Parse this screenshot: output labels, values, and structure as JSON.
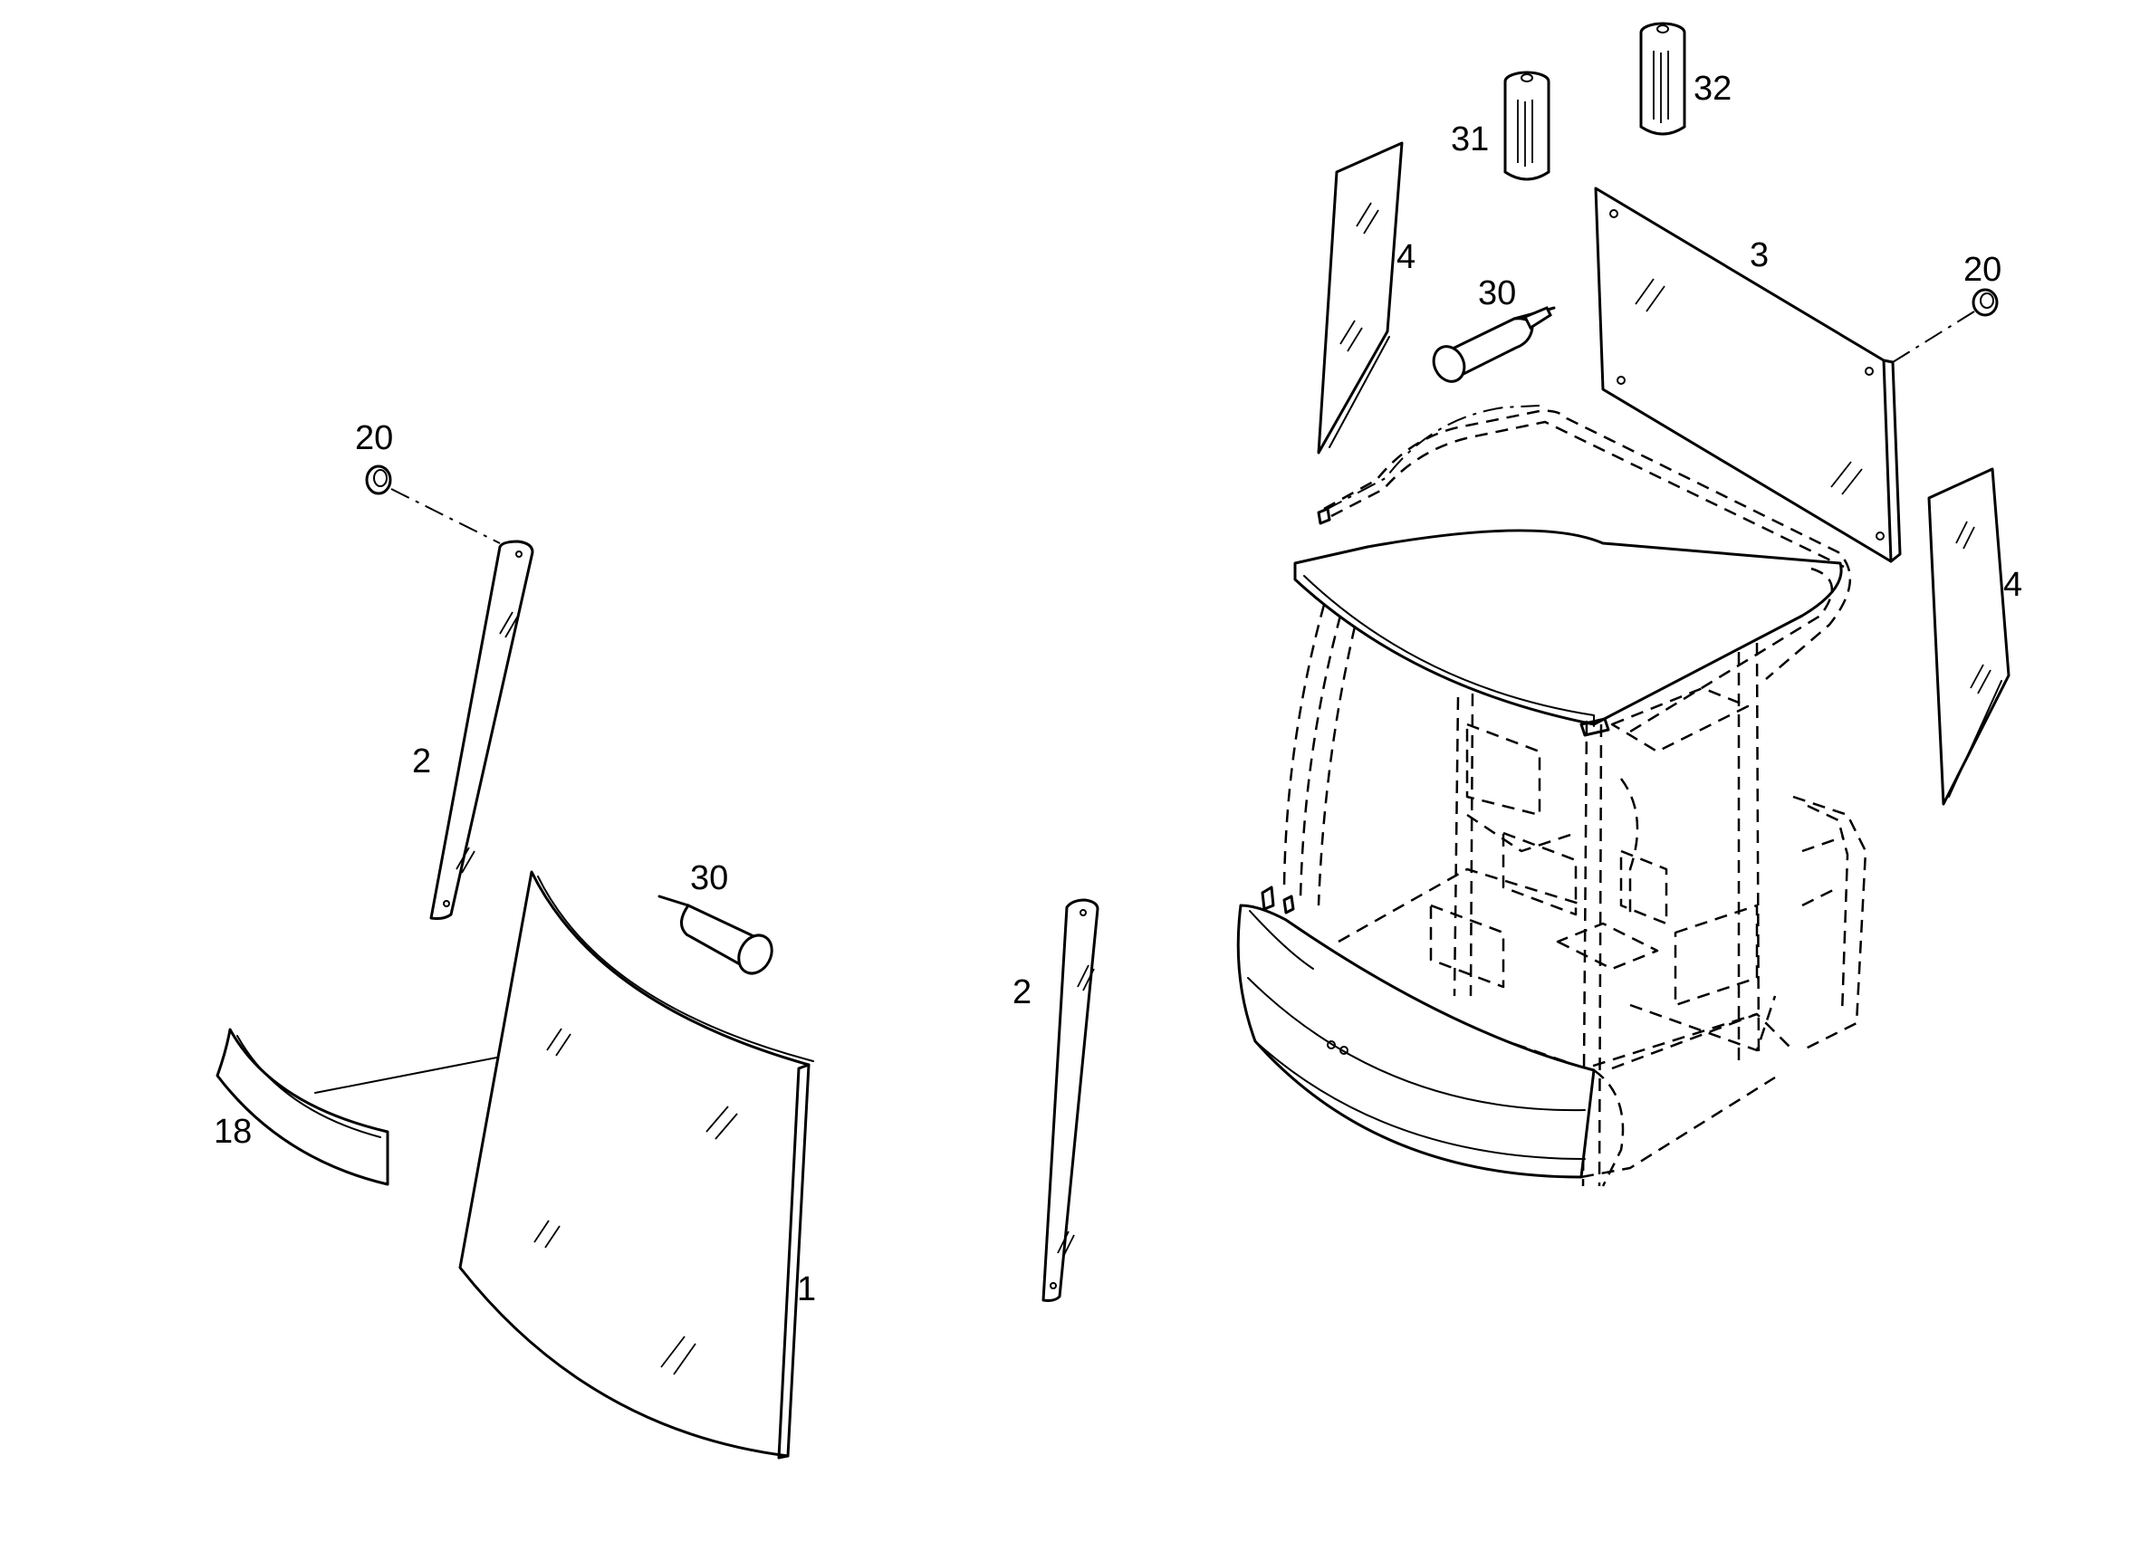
{
  "callouts": {
    "c1": "1",
    "c2a": "2",
    "c2b": "2",
    "c3": "3",
    "c4a": "4",
    "c4b": "4",
    "c18": "18",
    "c20a": "20",
    "c20b": "20",
    "c30a": "30",
    "c30b": "30",
    "c31": "31",
    "c32": "32"
  },
  "colors": {
    "line": "#000000",
    "background": "#ffffff"
  }
}
